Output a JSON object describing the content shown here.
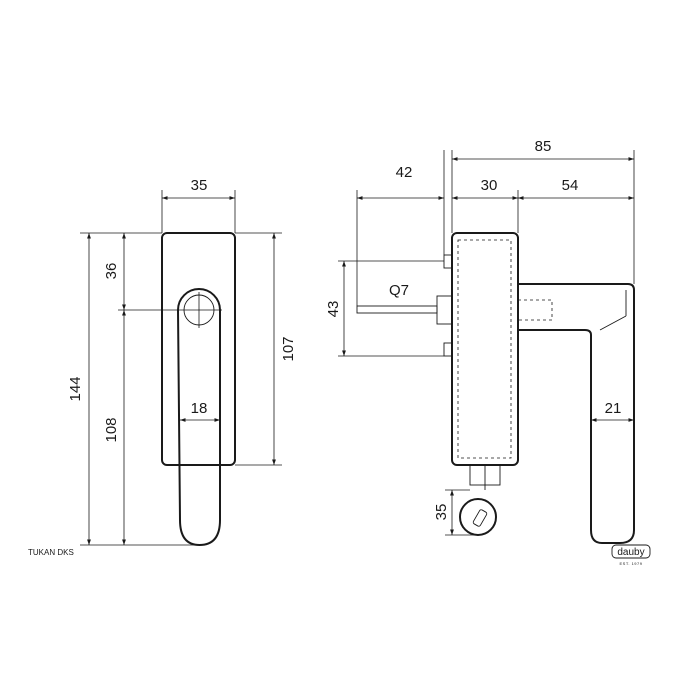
{
  "product_label": "TUKAN DKS",
  "brand": {
    "name": "dauby",
    "tagline": "EST. 1979"
  },
  "front_view": {
    "width": "35",
    "height_total": "144",
    "height_rose": "107",
    "top_to_axis": "36",
    "axis_to_bottom": "108",
    "lever_width": "18"
  },
  "side_view": {
    "depth_total": "85",
    "spindle_length": "42",
    "rose_depth": "30",
    "lever_projection": "54",
    "screw_spacing": "43",
    "spindle_size": "Q7",
    "key_projection": "35",
    "lever_thickness": "21"
  }
}
